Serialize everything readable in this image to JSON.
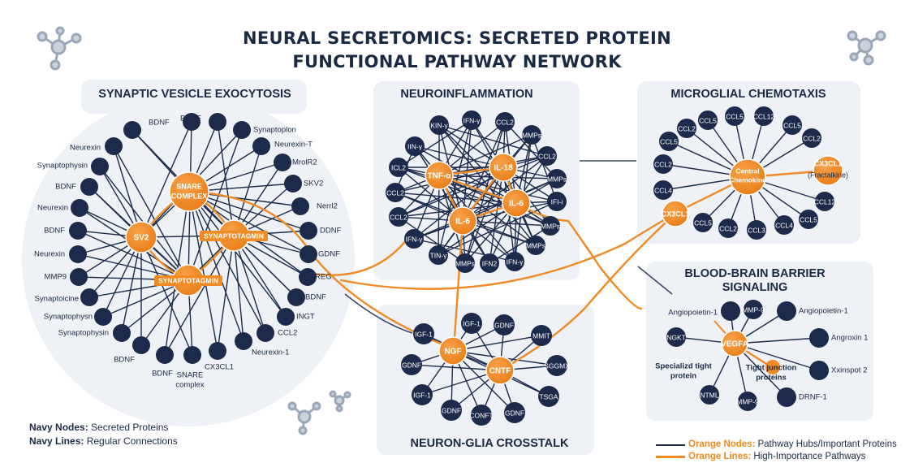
{
  "title": {
    "line1": "NEURAL SECRETOMICS: SECRETED PROTEIN",
    "line2": "FUNCTIONAL PATHWAY NETWORK"
  },
  "colors": {
    "navy": "#1c2b4b",
    "orange": "#f08a24",
    "panel": "#eef1f5",
    "text": "#1b2a44"
  },
  "modules": [
    {
      "id": "svx",
      "title": "SYNAPTIC VESICLE EXOCYTOSIS"
    },
    {
      "id": "neuroinflammation",
      "title": "NEUROINFLAMMATION"
    },
    {
      "id": "chemotaxis",
      "title": "MICROGLIAL CHEMOTAXIS"
    },
    {
      "id": "bbb",
      "title_line1": "BLOOD-BRAIN BARRIER",
      "title_line2": "SIGNALING"
    },
    {
      "id": "crosstalk",
      "title": "NEURON-GLIA CROSSTALK"
    }
  ],
  "svx_hubs": [
    {
      "label_line1": "SNARE",
      "label_line2": "COMPLEX"
    },
    {
      "label": "SV2"
    },
    {
      "label": "SYNAPTOTAGMIN"
    },
    {
      "label": "SYNAPTOTAGMIN"
    }
  ],
  "svx_nodes": [
    "BDNF",
    "BDNF",
    "",
    "Synaptoplon",
    "Neurexin-T",
    "Neurexin",
    "MrolR2",
    "Synaptophysin",
    "SKV2",
    "BDNF",
    "Nerrl2",
    "Neurexin",
    "DDNF",
    "BDNF",
    "GDNF",
    "Neurexin",
    "REG",
    "MMP9",
    "BDNF",
    "Synaptoicine",
    "INGT",
    "Synaptophysn",
    "CCL2",
    "Synaptophysin",
    "Neurexin-1",
    "BDNF",
    "BDNF",
    "SNARE complex",
    "CX3CL1"
  ],
  "ni_hubs": [
    "TNF-α",
    "IL-18",
    "IL-6",
    "IL-6"
  ],
  "ni_nodes": [
    "KIN-γ",
    "IFN-γ",
    "CCL2",
    "IIN-γ",
    "MMPs",
    "CCL2",
    "ICL2",
    "MMPs",
    "CCL2",
    "IFI-i",
    "CCL2",
    "MMPs",
    "IFN-γ",
    "MMPs",
    "TIN-γ",
    "MMPs",
    "IFN2",
    "IFN-γ"
  ],
  "mc_hub": {
    "label_line1": "Central",
    "label_line2": "Chemokine"
  },
  "mc_hubs_side": [
    {
      "label_line1": "CX3CL1",
      "label_line2": "(Fractalkine)"
    },
    {
      "label": "CX3CL1"
    }
  ],
  "mc_nodes": [
    "CCL5",
    "CCL5",
    "CCL12",
    "CCL2",
    "CCL5",
    "CCL5",
    "CCL2",
    "CCL2",
    "CCL4",
    "CCL12",
    "CCL5",
    "CCL2",
    "CCL3",
    "CCL4",
    "CCL5"
  ],
  "bbb_hub": "VEGFA",
  "bbb_nodes": [
    "Angiopoietin-1",
    "MMP-9",
    "Angiopoietin-1",
    "NGKT",
    "Angroxin 1",
    "Xxinspot 2",
    "NTML",
    "MMP-9",
    "DRNF-1"
  ],
  "bbb_text": {
    "left_line1": "Specializd tight",
    "left_line2": "protein",
    "right_line1": "Tight junction",
    "right_line2": "proteins"
  },
  "ngc_hubs": [
    "NGF",
    "CNTF"
  ],
  "ngc_nodes": [
    "IGF-1",
    "IGF-1",
    "GDNF",
    "MMIT",
    "GDNF",
    "SGGMX",
    "IGF-1",
    "TSGA",
    "GDNF",
    "CONFT",
    "GDNF"
  ],
  "legend": {
    "navy_nodes_key": "Navy Nodes:",
    "navy_nodes_val": "Secreted Proteins",
    "navy_lines_key": "Navy Lines:",
    "navy_lines_val": "Regular Connections",
    "orange_nodes_key": "Orange Nodes:",
    "orange_nodes_val": "Pathway Hubs/Important Proteins",
    "orange_lines_key": "Orange Lines:",
    "orange_lines_val": "High-Importance Pathways"
  }
}
